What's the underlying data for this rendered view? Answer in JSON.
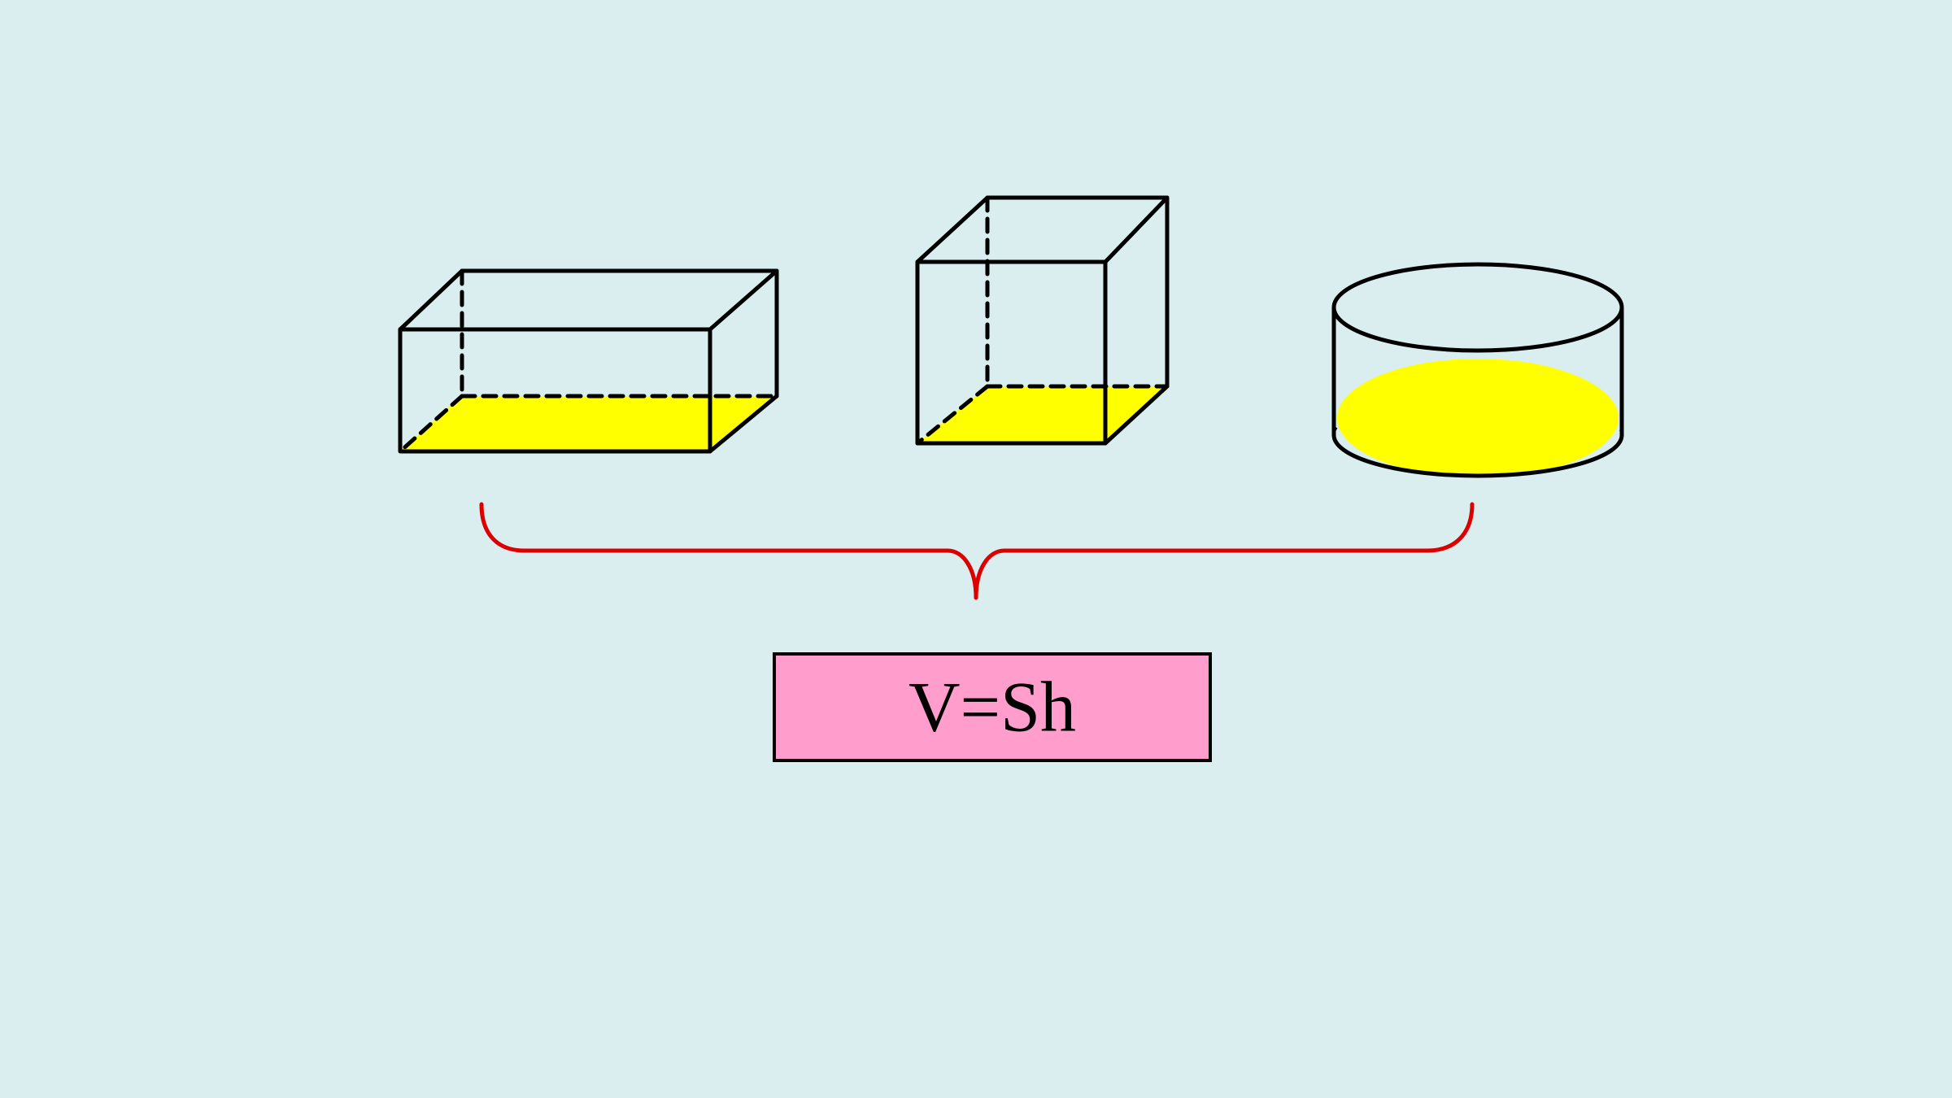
{
  "formula": {
    "text": "V=Sh"
  },
  "colors": {
    "background": "#daeef0",
    "base_fill": "#ffff00",
    "edge": "#000000",
    "brace": "#dd0000",
    "formula_box_fill": "#ff9dcc",
    "formula_text": "#000000"
  },
  "shapes": [
    {
      "type": "cuboid",
      "icon": "rectangular-prism-icon",
      "highlight": "base"
    },
    {
      "type": "cube",
      "icon": "cube-icon",
      "highlight": "base"
    },
    {
      "type": "cylinder",
      "icon": "cylinder-icon",
      "highlight": "base"
    }
  ],
  "connector": {
    "type": "brace",
    "icon": "curly-brace-icon"
  }
}
